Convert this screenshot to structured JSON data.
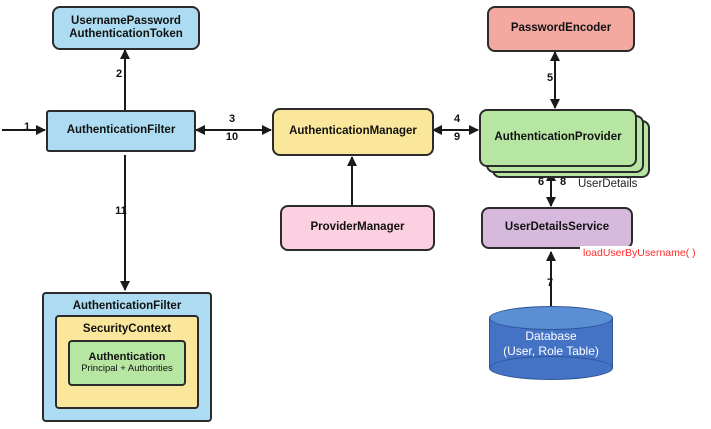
{
  "diagram": {
    "title": "Spring Security Authentication Flow",
    "colors": {
      "blue": "#ADDCF2",
      "yellow": "#FBE79B",
      "green": "#B6E6A1",
      "pink": "#FBD0E0",
      "salmon": "#F4A9A0",
      "purple": "#D6B9DC",
      "db_body": "#4472C4",
      "db_top": "#5B8FD4",
      "stroke": "#2b2b2b",
      "callout_text": "#ff2a2a"
    },
    "nodes": {
      "token": {
        "label_line1": "UsernamePassword",
        "label_line2": "AuthenticationToken"
      },
      "filter": {
        "label": "AuthenticationFilter"
      },
      "manager": {
        "label": "AuthenticationManager"
      },
      "provider": {
        "label": "AuthenticationProvider",
        "stack_count": 3
      },
      "password_encoder": {
        "label": "PasswordEncoder"
      },
      "provider_manager": {
        "label": "ProviderManager"
      },
      "user_details_service": {
        "label": "UserDetailsService"
      },
      "database": {
        "label_line1": "Database",
        "label_line2": "(User, Role Table)"
      },
      "filter_bottom": {
        "label": "AuthenticationFilter"
      },
      "security_context": {
        "label": "SecurityContext"
      },
      "authentication": {
        "label": "Authentication",
        "sublabel": "Principal + Authorities"
      }
    },
    "edge_labels": {
      "e1": "1",
      "e2": "2",
      "e3": "3",
      "e10": "10",
      "e4": "4",
      "e9": "9",
      "e5": "5",
      "e6": "6",
      "e8": "8",
      "e7": "7",
      "e11": "11"
    },
    "annotations": {
      "user_details": "UserDetails",
      "load_user_by_username": "loadUserByUsername( )"
    }
  }
}
